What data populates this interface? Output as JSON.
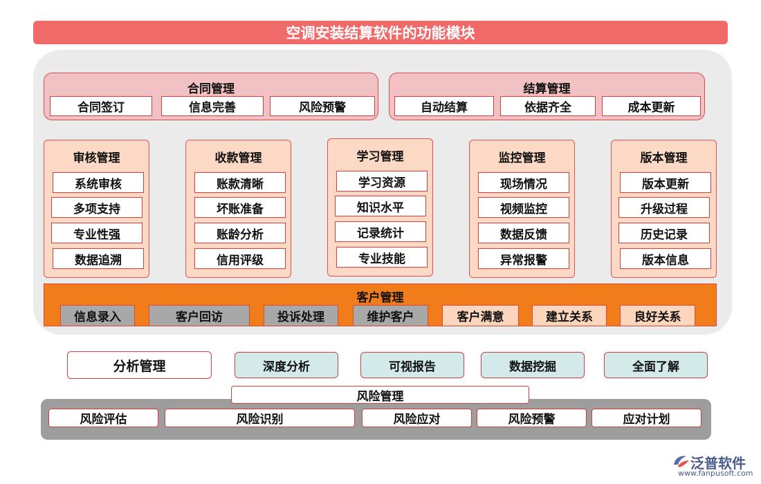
{
  "title": "空调安装结算软件的功能模块",
  "top_groups": [
    {
      "title": "合同管理",
      "items": [
        "合同签订",
        "信息完善",
        "风险预警"
      ]
    },
    {
      "title": "结算管理",
      "items": [
        "自动结算",
        "依据齐全",
        "成本更新"
      ]
    }
  ],
  "modules": [
    {
      "title": "审核管理",
      "items": [
        "系统审核",
        "多项支持",
        "专业性强",
        "数据追溯"
      ]
    },
    {
      "title": "收款管理",
      "items": [
        "账款清晰",
        "坏账准备",
        "账龄分析",
        "信用评级"
      ]
    },
    {
      "title": "学习管理",
      "items": [
        "学习资源",
        "知识水平",
        "记录统计",
        "专业技能"
      ]
    },
    {
      "title": "监控管理",
      "items": [
        "现场情况",
        "视频监控",
        "数据反馈",
        "异常报警"
      ]
    },
    {
      "title": "版本管理",
      "items": [
        "版本更新",
        "升级过程",
        "历史记录",
        "版本信息"
      ]
    }
  ],
  "customer": {
    "title": "客户管理",
    "items": [
      "信息录入",
      "客户回访",
      "投诉处理",
      "维护客户",
      "客户满意",
      "建立关系",
      "良好关系"
    ]
  },
  "analysis": {
    "title": "分析管理",
    "items": [
      "深度分析",
      "可视报告",
      "数据挖掘",
      "全面了解"
    ]
  },
  "risk": {
    "title": "风险管理",
    "items": [
      "风险评估",
      "风险识别",
      "风险应对",
      "风险预警",
      "应对计划"
    ]
  },
  "logo": {
    "name": "泛普软件",
    "url": "www.fanpusoft.com",
    "icon": "fanpu-logo-icon"
  },
  "colors": {
    "title_bar": "#f06a6a",
    "accent_red": "#d93c3c",
    "customer_orange": "#f07d1a",
    "analysis_teal": "#d4eaea"
  }
}
